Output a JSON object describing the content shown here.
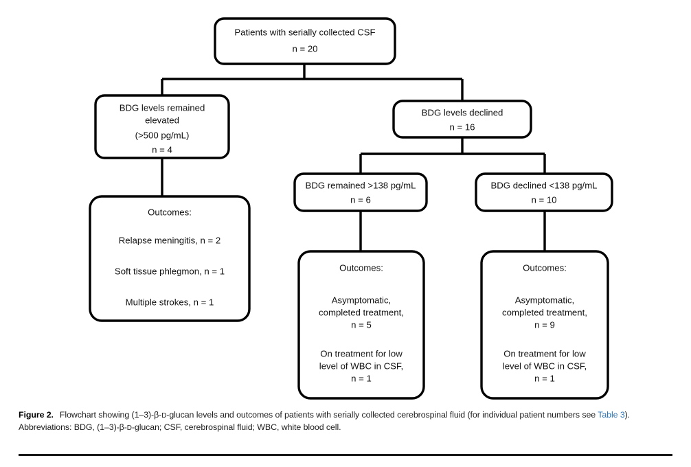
{
  "figure": {
    "label": "Figure 2.",
    "caption_part1": "Flowchart showing (1–3)-β-",
    "caption_d1": "D",
    "caption_part2": "-glucan levels and outcomes of patients with serially collected cerebrospinal fluid (for individual patient numbers see ",
    "link_text": "Table 3",
    "caption_part3": "). Abbreviations: BDG, (1–3)-β-",
    "caption_d2": "D",
    "caption_part4": "-glucan; CSF, cerebrospinal fluid; WBC, white blood cell.",
    "link_color": "#2e75b6",
    "rule_color": "#1a1a1a"
  },
  "chart_data": {
    "type": "diagram",
    "title": "Flowchart of BDG levels and outcomes in patients with serially collected CSF",
    "nodes": [
      {
        "id": "root",
        "name": "patients-serial-csf",
        "lines": [
          "Patients with serially collected CSF",
          "n = 20"
        ],
        "n": 20
      },
      {
        "id": "elevated",
        "name": "bdg-remained-elevated",
        "lines": [
          "BDG levels  remained",
          "elevated",
          "(>500 pg/mL)",
          "n = 4"
        ],
        "n": 4
      },
      {
        "id": "declined",
        "name": "bdg-levels-declined",
        "lines": [
          "BDG levels declined",
          "n = 16"
        ],
        "n": 16
      },
      {
        "id": "remained138",
        "name": "bdg-remained-above-138",
        "lines": [
          "BDG remained >138 pg/mL",
          "n = 6"
        ],
        "n": 6
      },
      {
        "id": "declined138",
        "name": "bdg-declined-below-138",
        "lines": [
          "BDG declined <138 pg/mL",
          "n = 10"
        ],
        "n": 10
      },
      {
        "id": "outcomes-elevated",
        "name": "outcomes-elevated",
        "lines": [
          "Outcomes:",
          "",
          "Relapse meningitis, n = 2",
          "",
          "Soft tissue phlegmon, n = 1",
          "",
          "Multiple strokes, n = 1"
        ]
      },
      {
        "id": "outcomes-remained138",
        "name": "outcomes-remained-above-138",
        "lines": [
          "Outcomes:",
          "",
          "Asymptomatic,",
          "completed treatment,",
          "n = 5",
          "",
          "On treatment for low",
          "level of WBC in CSF,",
          "n = 1"
        ]
      },
      {
        "id": "outcomes-declined138",
        "name": "outcomes-declined-below-138",
        "lines": [
          "Outcomes:",
          "",
          "Asymptomatic,",
          "completed treatment,",
          "n = 9",
          "",
          "On treatment for low",
          "level of WBC in CSF,",
          "n = 1"
        ]
      }
    ],
    "edges": [
      {
        "from": "root",
        "to": "elevated"
      },
      {
        "from": "root",
        "to": "declined"
      },
      {
        "from": "elevated",
        "to": "outcomes-elevated"
      },
      {
        "from": "declined",
        "to": "remained138"
      },
      {
        "from": "declined",
        "to": "declined138"
      },
      {
        "from": "remained138",
        "to": "outcomes-remained138"
      },
      {
        "from": "declined138",
        "to": "outcomes-declined138"
      }
    ]
  },
  "boxes": {
    "root": {
      "l1": "Patients with serially collected CSF",
      "l2": "n = 20"
    },
    "elevated": {
      "l1": "BDG levels  remained",
      "l2": "elevated",
      "l3": "(>500 pg/mL)",
      "l4": "n = 4"
    },
    "declined": {
      "l1": "BDG levels declined",
      "l2": "n = 16"
    },
    "remained138": {
      "l1": "BDG remained >138 pg/mL",
      "l2": "n = 6"
    },
    "declined138": {
      "l1": "BDG declined <138 pg/mL",
      "l2": "n = 10"
    },
    "outcomesElevated": {
      "l1": "Outcomes:",
      "l2": "Relapse meningitis, n = 2",
      "l3": "Soft tissue phlegmon, n = 1",
      "l4": "Multiple strokes, n = 1"
    },
    "outcomesRemained": {
      "l1": "Outcomes:",
      "l2": "Asymptomatic,",
      "l3": "completed treatment,",
      "l4": "n = 5",
      "l5": "On treatment for low",
      "l6": "level of WBC in CSF,",
      "l7": "n = 1"
    },
    "outcomesDeclined": {
      "l1": "Outcomes:",
      "l2": "Asymptomatic,",
      "l3": "completed treatment,",
      "l4": "n = 9",
      "l5": "On treatment for low",
      "l6": "level of WBC in CSF,",
      "l7": "n = 1"
    }
  }
}
